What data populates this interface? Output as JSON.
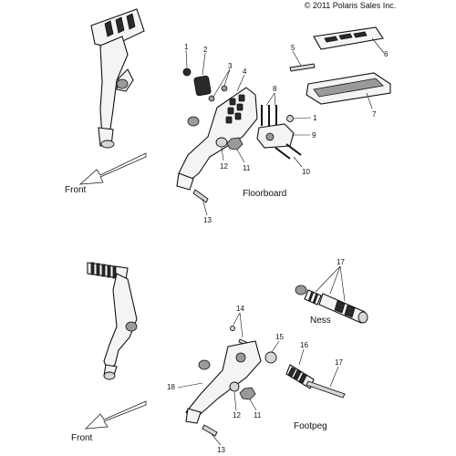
{
  "copyright": "© 2011 Polaris Sales Inc.",
  "sections": {
    "floorboard": "Floorboard",
    "footpeg": "Footpeg",
    "ness": "Ness"
  },
  "direction_labels": {
    "top": "Front",
    "bottom": "Front"
  },
  "callouts": {
    "c1a": "1",
    "c2": "2",
    "c3": "3",
    "c4": "4",
    "c5": "5",
    "c6": "6",
    "c7": "7",
    "c8": "8",
    "c1b": "1",
    "c9": "9",
    "c10": "10",
    "c11a": "11",
    "c12a": "12",
    "c13a": "13",
    "c17a": "17",
    "c14": "14",
    "c15": "15",
    "c16": "16",
    "c17b": "17",
    "c18": "18",
    "c12b": "12",
    "c11b": "11",
    "c13b": "13"
  }
}
